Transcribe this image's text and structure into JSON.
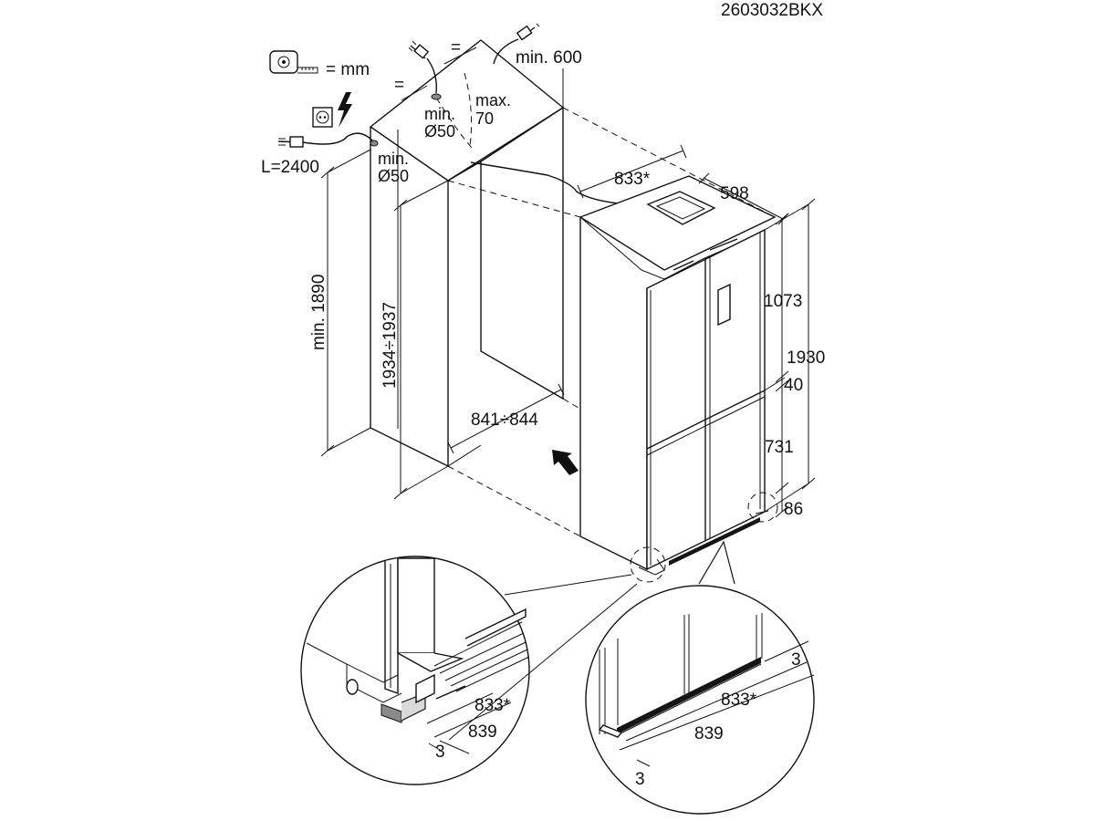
{
  "model_code": "2603032BKX",
  "legend": {
    "unit_text": "= mm"
  },
  "labels": {
    "eq_left": "=",
    "eq_top": "=",
    "min_600": "min. 600",
    "min_d50_top_1": "min.",
    "min_d50_top_2": "Ø50",
    "max_70_1": "max.",
    "max_70_2": "70",
    "min_d50_side_1": "min.",
    "min_d50_side_2": "Ø50",
    "cable_length": "L=2400",
    "min_1890": "min. 1890",
    "niche_height": "1934÷1937",
    "niche_width": "841÷844",
    "top_width_833": "833*",
    "depth_598": "598",
    "h_1073": "1073",
    "h_1930": "1930",
    "h_40": "40",
    "h_731": "731",
    "h_86": "86"
  },
  "detail_left": {
    "dim_833": "833*",
    "dim_839": "839",
    "dim_3": "3"
  },
  "detail_right": {
    "dim_3_top": "3",
    "dim_833": "833*",
    "dim_839": "839",
    "dim_3_bottom": "3"
  },
  "icons": [
    "tape-measure-icon",
    "power-socket-icon",
    "lightning-icon",
    "plug-icon",
    "insert-arrow-icon"
  ]
}
